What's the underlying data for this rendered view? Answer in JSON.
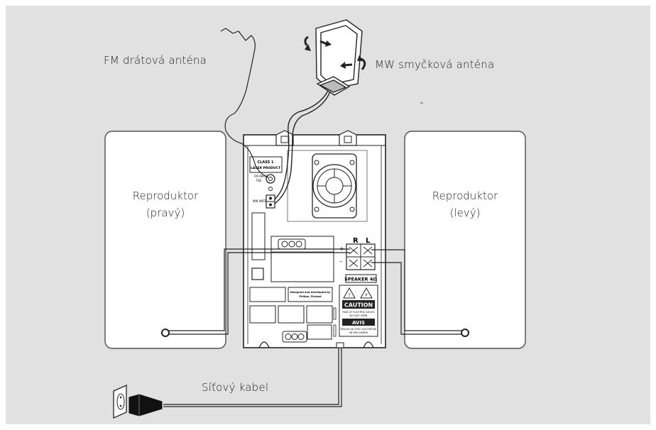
{
  "labels": {
    "fm_antenna": "FM drátová anténa",
    "mw_antenna": "MW smyčková anténa",
    "speaker_right": [
      "Reproduktor",
      "(pravý)"
    ],
    "speaker_left": [
      "Reproduktor",
      "(levý)"
    ],
    "power_cable": "Síťový kabel"
  },
  "unit_panel": {
    "top_label": [
      "CLASS 1",
      "LASER PRODUCT"
    ],
    "fm_jack": [
      "FM ANTENNA",
      "75Ω"
    ],
    "mw_jack": "MW ANTENNA",
    "channels": [
      "R",
      "L"
    ],
    "speaker_plate": "SPEAKER 4Ω",
    "designed_plate": [
      "Designed and developed by",
      "Philips, Finland"
    ],
    "caution": "CAUTION",
    "caution_small": [
      "RISK OF ELECTRIC SHOCK",
      "DO NOT OPEN"
    ],
    "avis": "AVIS",
    "avis_small": [
      "RISQUE DE CHOC ELECTRIQUE",
      "NE PAS OUVRIR"
    ]
  },
  "icons": [
    "wall-socket-icon",
    "power-plug-icon",
    "mw-loop-antenna-icon",
    "fm-wire-antenna-icon",
    "cooling-fan-icon"
  ]
}
